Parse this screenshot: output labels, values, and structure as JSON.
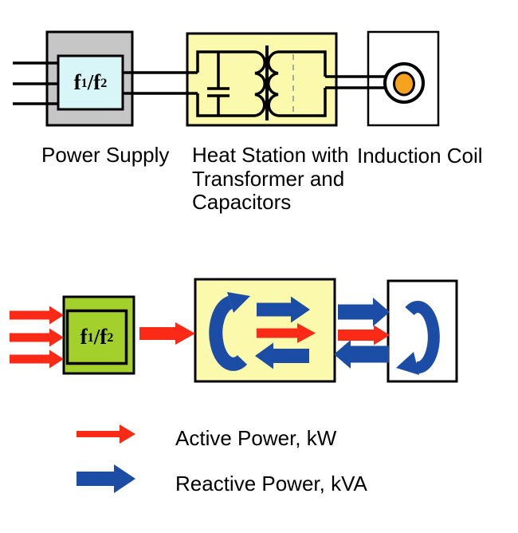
{
  "colors": {
    "active_red": "#FB2A17",
    "reactive_blue": "#1C4DA6",
    "power_supply_gray": "#C6C6C6",
    "converter_cyan": "#D8F6F8",
    "heat_station_yellow": "#FBF9AB",
    "converter_green": "#A4D02C",
    "workpiece_orange": "#F6A21C"
  },
  "top_diagram": {
    "power_supply": {
      "label": "Power Supply",
      "freq_ratio": {
        "f1": "f",
        "f1_sub": "1",
        "f2": "/f",
        "f2_sub": "2"
      }
    },
    "heat_station": {
      "label_lines": [
        "Heat Station with",
        "Transformer and",
        "Capacitors"
      ]
    },
    "induction_coil": {
      "label": "Induction Coil"
    }
  },
  "power_flow_diagram": {
    "converter": {
      "freq_ratio": {
        "f1": "f",
        "f1_sub": "1",
        "f2": "/f",
        "f2_sub": "2"
      }
    }
  },
  "legend": {
    "active": {
      "label": "Active Power, kW"
    },
    "reactive": {
      "label": "Reactive Power, kVA"
    }
  }
}
